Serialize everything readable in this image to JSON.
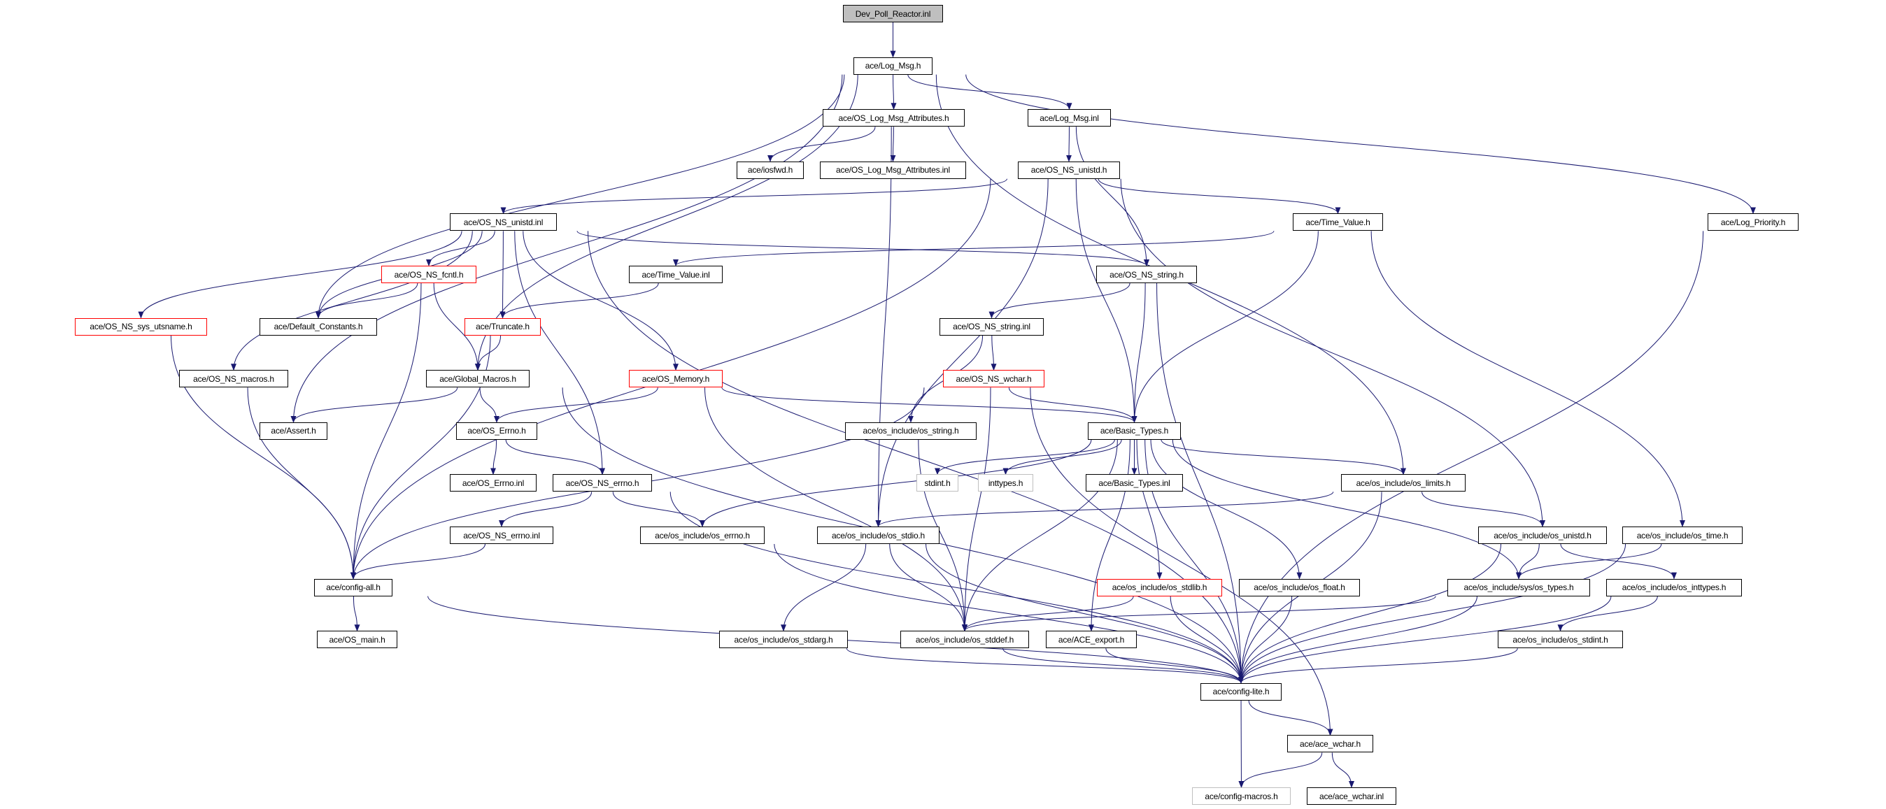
{
  "graph": {
    "title": "Dev_Poll_Reactor.inl",
    "edge_color": "#191970",
    "nodes": [
      {
        "label": "Dev_Poll_Reactor.inl",
        "style": "root"
      },
      {
        "label": "ace/Log_Msg.h",
        "style": "normal"
      },
      {
        "label": "ace/OS_Log_Msg_Attributes.h",
        "style": "normal"
      },
      {
        "label": "ace/Log_Msg.inl",
        "style": "normal"
      },
      {
        "label": "ace/iosfwd.h",
        "style": "normal"
      },
      {
        "label": "ace/OS_Log_Msg_Attributes.inl",
        "style": "normal"
      },
      {
        "label": "ace/OS_NS_unistd.h",
        "style": "normal"
      },
      {
        "label": "ace/OS_NS_unistd.inl",
        "style": "normal"
      },
      {
        "label": "ace/Time_Value.h",
        "style": "normal"
      },
      {
        "label": "ace/Log_Priority.h",
        "style": "normal"
      },
      {
        "label": "ace/OS_NS_fcntl.h",
        "style": "red"
      },
      {
        "label": "ace/Time_Value.inl",
        "style": "normal"
      },
      {
        "label": "ace/OS_NS_string.h",
        "style": "normal"
      },
      {
        "label": "ace/OS_NS_sys_utsname.h",
        "style": "red"
      },
      {
        "label": "ace/Default_Constants.h",
        "style": "normal"
      },
      {
        "label": "ace/Truncate.h",
        "style": "red"
      },
      {
        "label": "ace/OS_NS_string.inl",
        "style": "normal"
      },
      {
        "label": "ace/OS_NS_macros.h",
        "style": "normal"
      },
      {
        "label": "ace/Global_Macros.h",
        "style": "normal"
      },
      {
        "label": "ace/OS_Memory.h",
        "style": "red"
      },
      {
        "label": "ace/OS_NS_wchar.h",
        "style": "red"
      },
      {
        "label": "ace/Assert.h",
        "style": "normal"
      },
      {
        "label": "ace/OS_Errno.h",
        "style": "normal"
      },
      {
        "label": "ace/os_include/os_string.h",
        "style": "normal"
      },
      {
        "label": "ace/Basic_Types.h",
        "style": "normal"
      },
      {
        "label": "ace/OS_Errno.inl",
        "style": "normal"
      },
      {
        "label": "ace/OS_NS_errno.h",
        "style": "normal"
      },
      {
        "label": "stdint.h",
        "style": "gray"
      },
      {
        "label": "inttypes.h",
        "style": "gray"
      },
      {
        "label": "ace/Basic_Types.inl",
        "style": "normal"
      },
      {
        "label": "ace/os_include/os_limits.h",
        "style": "normal"
      },
      {
        "label": "ace/OS_NS_errno.inl",
        "style": "normal"
      },
      {
        "label": "ace/os_include/os_errno.h",
        "style": "normal"
      },
      {
        "label": "ace/os_include/os_stdio.h",
        "style": "normal"
      },
      {
        "label": "ace/os_include/os_unistd.h",
        "style": "normal"
      },
      {
        "label": "ace/os_include/os_time.h",
        "style": "normal"
      },
      {
        "label": "ace/config-all.h",
        "style": "normal"
      },
      {
        "label": "ace/os_include/os_stdlib.h",
        "style": "red"
      },
      {
        "label": "ace/os_include/os_float.h",
        "style": "normal"
      },
      {
        "label": "ace/os_include/sys/os_types.h",
        "style": "normal"
      },
      {
        "label": "ace/os_include/os_inttypes.h",
        "style": "normal"
      },
      {
        "label": "ace/OS_main.h",
        "style": "normal"
      },
      {
        "label": "ace/os_include/os_stdarg.h",
        "style": "normal"
      },
      {
        "label": "ace/os_include/os_stddef.h",
        "style": "normal"
      },
      {
        "label": "ace/ACE_export.h",
        "style": "normal"
      },
      {
        "label": "ace/os_include/os_stdint.h",
        "style": "normal"
      },
      {
        "label": "ace/config-lite.h",
        "style": "normal"
      },
      {
        "label": "ace/ace_wchar.h",
        "style": "normal"
      },
      {
        "label": "ace/config-macros.h",
        "style": "gray"
      },
      {
        "label": "ace/ace_wchar.inl",
        "style": "normal"
      }
    ],
    "edges": [
      [
        "Dev_Poll_Reactor.inl",
        "ace/Log_Msg.h"
      ],
      [
        "ace/Log_Msg.h",
        "ace/OS_Log_Msg_Attributes.h"
      ],
      [
        "ace/Log_Msg.h",
        "ace/Log_Msg.inl"
      ],
      [
        "ace/Log_Msg.h",
        "ace/Default_Constants.h"
      ],
      [
        "ace/Log_Msg.h",
        "ace/Assert.h"
      ],
      [
        "ace/Log_Msg.h",
        "ace/Global_Macros.h"
      ],
      [
        "ace/Log_Msg.h",
        "ace/Log_Priority.h"
      ],
      [
        "ace/Log_Msg.h",
        "ace/os_include/os_limits.h"
      ],
      [
        "ace/OS_Log_Msg_Attributes.h",
        "ace/iosfwd.h"
      ],
      [
        "ace/OS_Log_Msg_Attributes.h",
        "ace/OS_Log_Msg_Attributes.inl"
      ],
      [
        "ace/OS_Log_Msg_Attributes.h",
        "ace/os_include/os_stdio.h"
      ],
      [
        "ace/Log_Msg.inl",
        "ace/OS_NS_unistd.h"
      ],
      [
        "ace/Log_Msg.inl",
        "ace/OS_NS_string.h"
      ],
      [
        "ace/OS_NS_unistd.h",
        "ace/OS_NS_unistd.inl"
      ],
      [
        "ace/OS_NS_unistd.h",
        "ace/config-all.h"
      ],
      [
        "ace/OS_NS_unistd.h",
        "ace/os_include/os_stdio.h"
      ],
      [
        "ace/OS_NS_unistd.h",
        "ace/Basic_Types.h"
      ],
      [
        "ace/OS_NS_unistd.h",
        "ace/Time_Value.h"
      ],
      [
        "ace/OS_NS_unistd.h",
        "ace/os_include/os_unistd.h"
      ],
      [
        "ace/OS_NS_unistd.inl",
        "ace/OS_NS_sys_utsname.h"
      ],
      [
        "ace/OS_NS_unistd.inl",
        "ace/OS_NS_macros.h"
      ],
      [
        "ace/OS_NS_unistd.inl",
        "ace/Default_Constants.h"
      ],
      [
        "ace/OS_NS_unistd.inl",
        "ace/OS_NS_fcntl.h"
      ],
      [
        "ace/OS_NS_unistd.inl",
        "ace/Truncate.h"
      ],
      [
        "ace/OS_NS_unistd.inl",
        "ace/OS_NS_errno.h"
      ],
      [
        "ace/OS_NS_unistd.inl",
        "ace/OS_Memory.h"
      ],
      [
        "ace/OS_NS_unistd.inl",
        "ace/OS_NS_string.h"
      ],
      [
        "ace/OS_NS_unistd.inl",
        "ace/config-lite.h"
      ],
      [
        "ace/OS_NS_sys_utsname.h",
        "ace/config-all.h"
      ],
      [
        "ace/OS_NS_fcntl.h",
        "ace/Default_Constants.h"
      ],
      [
        "ace/OS_NS_fcntl.h",
        "ace/Global_Macros.h"
      ],
      [
        "ace/OS_NS_fcntl.h",
        "ace/config-all.h"
      ],
      [
        "ace/Time_Value.h",
        "ace/Time_Value.inl"
      ],
      [
        "ace/Time_Value.h",
        "ace/Basic_Types.h"
      ],
      [
        "ace/Time_Value.h",
        "ace/os_include/os_time.h"
      ],
      [
        "ace/Time_Value.inl",
        "ace/Truncate.h"
      ],
      [
        "ace/Truncate.h",
        "ace/Global_Macros.h"
      ],
      [
        "ace/Truncate.h",
        "ace/config-all.h"
      ],
      [
        "ace/OS_NS_string.h",
        "ace/OS_NS_string.inl"
      ],
      [
        "ace/OS_NS_string.h",
        "ace/Basic_Types.h"
      ],
      [
        "ace/OS_NS_string.h",
        "ace/config-lite.h"
      ],
      [
        "ace/OS_NS_string.inl",
        "ace/OS_NS_wchar.h"
      ],
      [
        "ace/OS_NS_string.inl",
        "ace/os_include/os_string.h"
      ],
      [
        "ace/OS_NS_macros.h",
        "ace/config-all.h"
      ],
      [
        "ace/Global_Macros.h",
        "ace/Assert.h"
      ],
      [
        "ace/Global_Macros.h",
        "ace/OS_Errno.h"
      ],
      [
        "ace/Global_Macros.h",
        "ace/config-lite.h"
      ],
      [
        "ace/OS_Memory.h",
        "ace/OS_Errno.h"
      ],
      [
        "ace/OS_Memory.h",
        "ace/Basic_Types.h"
      ],
      [
        "ace/OS_Memory.h",
        "ace/os_include/os_stddef.h"
      ],
      [
        "ace/OS_NS_wchar.h",
        "ace/Basic_Types.h"
      ],
      [
        "ace/OS_NS_wchar.h",
        "ace/config-all.h"
      ],
      [
        "ace/OS_NS_wchar.h",
        "ace/os_include/os_stddef.h"
      ],
      [
        "ace/OS_NS_wchar.h",
        "ace/ace_wchar.h"
      ],
      [
        "ace/os_include/os_string.h",
        "ace/os_include/os_stddef.h"
      ],
      [
        "ace/Basic_Types.h",
        "stdint.h"
      ],
      [
        "ace/Basic_Types.h",
        "inttypes.h"
      ],
      [
        "ace/Basic_Types.h",
        "ace/Basic_Types.inl"
      ],
      [
        "ace/Basic_Types.h",
        "ace/os_include/os_limits.h"
      ],
      [
        "ace/Basic_Types.h",
        "ace/os_include/os_errno.h"
      ],
      [
        "ace/Basic_Types.h",
        "ace/os_include/os_stddef.h"
      ],
      [
        "ace/Basic_Types.h",
        "ace/config-lite.h"
      ],
      [
        "ace/Basic_Types.h",
        "ace/os_include/os_stdlib.h"
      ],
      [
        "ace/Basic_Types.h",
        "ace/os_include/os_float.h"
      ],
      [
        "ace/Basic_Types.h",
        "ace/os_include/sys/os_types.h"
      ],
      [
        "ace/Basic_Types.h",
        "ace/ACE_export.h"
      ],
      [
        "ace/OS_Errno.h",
        "ace/OS_Errno.inl"
      ],
      [
        "ace/OS_Errno.h",
        "ace/OS_NS_errno.h"
      ],
      [
        "ace/OS_NS_errno.h",
        "ace/OS_NS_errno.inl"
      ],
      [
        "ace/OS_NS_errno.h",
        "ace/os_include/os_errno.h"
      ],
      [
        "ace/OS_NS_errno.h",
        "ace/config-lite.h"
      ],
      [
        "ace/os_include/os_limits.h",
        "ace/os_include/os_stdio.h"
      ],
      [
        "ace/os_include/os_limits.h",
        "ace/os_include/os_unistd.h"
      ],
      [
        "ace/os_include/os_limits.h",
        "ace/config-lite.h"
      ],
      [
        "ace/OS_NS_errno.inl",
        "ace/config-all.h"
      ],
      [
        "ace/os_include/os_errno.h",
        "ace/config-lite.h"
      ],
      [
        "ace/os_include/os_stdio.h",
        "ace/os_include/os_stdarg.h"
      ],
      [
        "ace/os_include/os_stdio.h",
        "ace/os_include/os_stddef.h"
      ],
      [
        "ace/os_include/os_stdio.h",
        "ace/config-lite.h"
      ],
      [
        "ace/os_include/os_unistd.h",
        "ace/os_include/sys/os_types.h"
      ],
      [
        "ace/os_include/os_unistd.h",
        "ace/os_include/os_inttypes.h"
      ],
      [
        "ace/os_include/os_unistd.h",
        "ace/config-lite.h"
      ],
      [
        "ace/os_include/os_time.h",
        "ace/os_include/sys/os_types.h"
      ],
      [
        "ace/os_include/os_time.h",
        "ace/config-lite.h"
      ],
      [
        "ace/config-all.h",
        "ace/OS_main.h"
      ],
      [
        "ace/config-all.h",
        "ace/config-lite.h"
      ],
      [
        "ace/os_include/os_stdlib.h",
        "ace/os_include/os_stddef.h"
      ],
      [
        "ace/os_include/os_stdlib.h",
        "ace/config-lite.h"
      ],
      [
        "ace/os_include/os_float.h",
        "ace/config-lite.h"
      ],
      [
        "ace/os_include/sys/os_types.h",
        "ace/os_include/os_stddef.h"
      ],
      [
        "ace/os_include/sys/os_types.h",
        "ace/config-lite.h"
      ],
      [
        "ace/os_include/os_inttypes.h",
        "ace/os_include/os_stdint.h"
      ],
      [
        "ace/os_include/os_inttypes.h",
        "ace/config-lite.h"
      ],
      [
        "ace/os_include/os_stdarg.h",
        "ace/config-lite.h"
      ],
      [
        "ace/os_include/os_stddef.h",
        "ace/config-lite.h"
      ],
      [
        "ace/ACE_export.h",
        "ace/config-lite.h"
      ],
      [
        "ace/os_include/os_stdint.h",
        "ace/config-lite.h"
      ],
      [
        "ace/Log_Priority.h",
        "ace/config-lite.h"
      ],
      [
        "ace/config-lite.h",
        "ace/config-macros.h"
      ],
      [
        "ace/config-lite.h",
        "ace/ace_wchar.h"
      ],
      [
        "ace/ace_wchar.h",
        "ace/config-macros.h"
      ],
      [
        "ace/ace_wchar.h",
        "ace/ace_wchar.inl"
      ]
    ]
  }
}
